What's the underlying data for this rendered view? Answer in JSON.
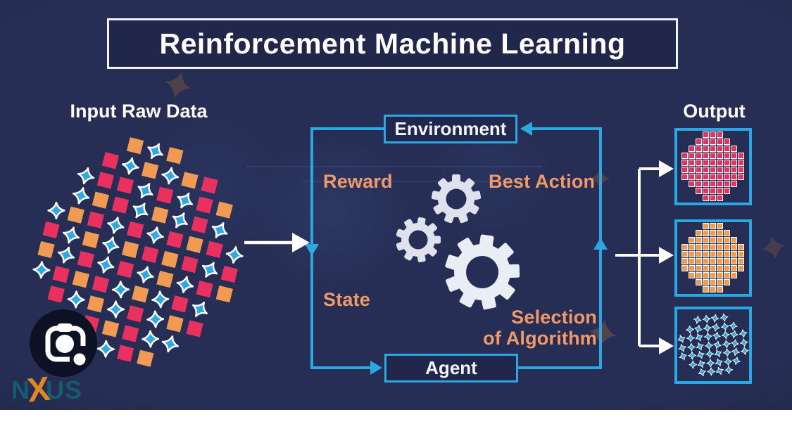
{
  "title": "Reinforcement Machine Learning",
  "input_section": {
    "label": "Input Raw Data",
    "cluster_rows": [
      "...obo....",
      "..rbobor..",
      ".brrbrbro.",
      ".borbobrb.",
      "borbrbrorb",
      "rbobororbr",
      "obrbrbobro",
      "brorbobrb.",
      ".rbobrbor.",
      "..brorbb..",
      "....bro..."
    ],
    "cluster_legend": {
      "b": "blue-cross",
      "r": "red-square",
      "o": "orange-square"
    }
  },
  "loop": {
    "environment_label": "Environment",
    "agent_label": "Agent",
    "reward_label": "Reward",
    "best_action_label": "Best Action",
    "state_label": "State",
    "selection_lines": [
      "Selection",
      "of Algorithm"
    ]
  },
  "output_section": {
    "label": "Output",
    "boxes": [
      {
        "name": "red-squares-cluster",
        "shape": "square",
        "color": "#e8315f"
      },
      {
        "name": "orange-squares-cluster",
        "shape": "square",
        "color": "#f09a52"
      },
      {
        "name": "blue-crosses-cluster",
        "shape": "cross",
        "color": "#2fa9e6"
      }
    ]
  },
  "cluster_masks": {
    "square_blob": [
      "...###...",
      "..#####..",
      ".#######.",
      "#########",
      "#########",
      "#########",
      "#########",
      ".#######.",
      "..#####..",
      "...###..."
    ],
    "cross_blob": [
      "..####..",
      ".######.",
      "########",
      "########",
      "########",
      ".######.",
      "..####.."
    ]
  },
  "watermark": {
    "brand_prefix": "N",
    "brand_x": "X",
    "brand_suffix": "US"
  },
  "colors": {
    "background": "#272e55",
    "accent_blue": "#29a8e2",
    "label_orange": "#f09a68",
    "red_square": "#e8315f",
    "orange_square": "#f09a52",
    "blue_cross": "#2fa9e6",
    "gear_gray": "#dde2ec",
    "gear_light": "#e9edf4",
    "white": "#ffffff"
  }
}
